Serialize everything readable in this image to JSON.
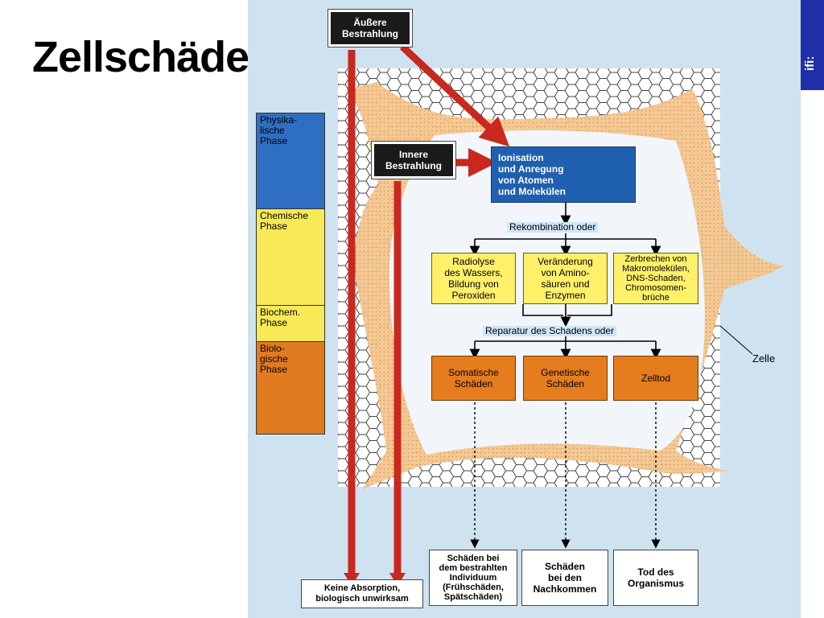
{
  "title": "Zellschäden",
  "logo_text": "ifi:",
  "colors": {
    "physical": "#2e6fc4",
    "chemical": "#f7ea56",
    "biological": "#e07b20",
    "arrow_red": "#c8281e",
    "cell_wall": "#f2c896"
  },
  "phases": [
    {
      "label": "Physika-\nlische\nPhase"
    },
    {
      "label": "Chemische\nPhase"
    },
    {
      "label": "Biochem.\nPhase"
    },
    {
      "label": "Biolo-\ngische\nPhase"
    }
  ],
  "nodes": {
    "external": "Äußere\nBestrahlung",
    "internal": "Innere\nBestrahlung",
    "ionisation": "Ionisation\nund Anregung\nvon Atomen\nund Molekülen",
    "recombination": "Rekombination oder",
    "radiolysis": "Radiolyse\ndes Wassers,\nBildung von\nPeroxiden",
    "amino": "Veränderung\nvon Amino-\nsäuren und\nEnzymen",
    "macro": "Zerbrechen von\nMakromolekülen,\nDNS-Schaden,\nChromosomen-\nbrüche",
    "repair": "Reparatur des Schadens oder",
    "somatic": "Somatische\nSchäden",
    "genetic": "Genetische\nSchäden",
    "celldeath": "Zelltod",
    "individual": "Schäden bei\ndem bestrahlten\nIndividuum\n(Frühschäden,\nSpätschäden)",
    "offspring": "Schäden\nbei den\nNachkommen",
    "organism": "Tod des\nOrganismus",
    "noabsorb": "Keine Absorption,\nbiologisch unwirksam"
  },
  "cell_label": "Zelle"
}
